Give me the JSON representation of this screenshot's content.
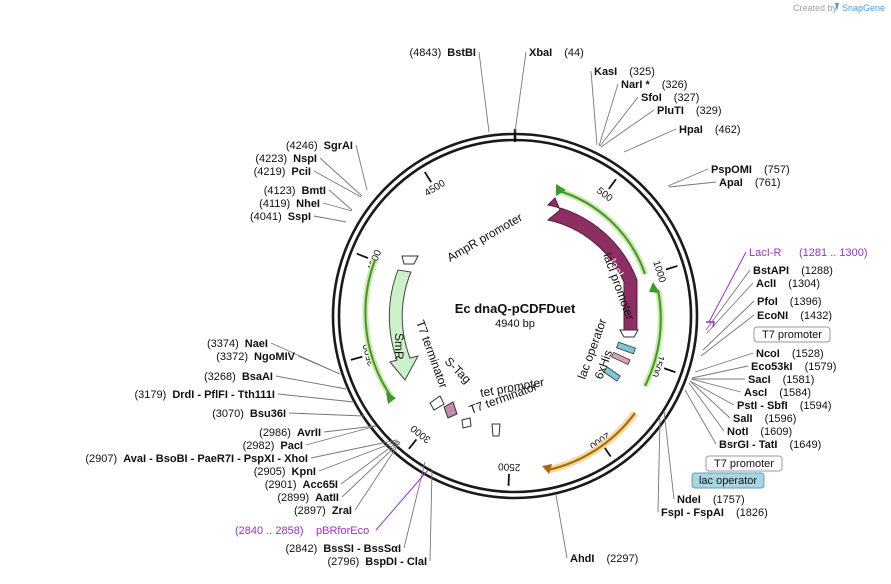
{
  "credit": {
    "created_by": "Created by",
    "brand": "SnapGene"
  },
  "plasmid": {
    "name": "Ec dnaQ-pCDFDuet",
    "size": "4940 bp"
  },
  "ticks": [
    "500",
    "1000",
    "1500",
    "2000",
    "2500",
    "3000",
    "3500",
    "4000",
    "4500"
  ],
  "features": {
    "lacI": "lacI",
    "lacI_promoter": "lacI promoter",
    "lac_operator": "lac operator",
    "his6": "6xHis",
    "ampR_promoter": "AmpR promoter",
    "smR": "SmR",
    "t7_terminator_left": "T7 terminator",
    "s_tag": "S-Tag",
    "tet_promoter": "tet promoter",
    "t7_terminator_center": "T7 terminator"
  },
  "sites": [
    {
      "name": "BstBI",
      "pos": "(4843)"
    },
    {
      "name": "XbaI",
      "pos": "(44)"
    },
    {
      "name": "KasI",
      "pos": "(325)"
    },
    {
      "name": "NarI *",
      "pos": "(326)"
    },
    {
      "name": "SfoI",
      "pos": "(327)"
    },
    {
      "name": "PluTI",
      "pos": "(329)"
    },
    {
      "name": "HpaI",
      "pos": "(462)"
    },
    {
      "name": "PspOMI",
      "pos": "(757)"
    },
    {
      "name": "ApaI",
      "pos": "(761)"
    },
    {
      "name": "BstAPI",
      "pos": "(1288)"
    },
    {
      "name": "AclI",
      "pos": "(1304)"
    },
    {
      "name": "PfoI",
      "pos": "(1396)"
    },
    {
      "name": "EcoNI",
      "pos": "(1432)"
    },
    {
      "name": "NcoI",
      "pos": "(1528)"
    },
    {
      "name": "Eco53kI",
      "pos": "(1579)"
    },
    {
      "name": "SacI",
      "pos": "(1581)"
    },
    {
      "name": "AscI",
      "pos": "(1584)"
    },
    {
      "name": "PstI - SbfI",
      "pos": "(1594)"
    },
    {
      "name": "SalI",
      "pos": "(1596)"
    },
    {
      "name": "NotI",
      "pos": "(1609)"
    },
    {
      "name": "BsrGI - TatI",
      "pos": "(1649)"
    },
    {
      "name": "NdeI",
      "pos": "(1757)"
    },
    {
      "name": "FspI - FspAI",
      "pos": "(1826)"
    },
    {
      "name": "AhdI",
      "pos": "(2297)"
    },
    {
      "name": "SgrAI",
      "pos": "(4246)"
    },
    {
      "name": "NspI",
      "pos": "(4223)"
    },
    {
      "name": "PciI",
      "pos": "(4219)"
    },
    {
      "name": "BmtI",
      "pos": "(4123)"
    },
    {
      "name": "NheI",
      "pos": "(4119)"
    },
    {
      "name": "SspI",
      "pos": "(4041)"
    },
    {
      "name": "NaeI",
      "pos": "(3374)"
    },
    {
      "name": "NgoMIV",
      "pos": "(3372)"
    },
    {
      "name": "BsaAI",
      "pos": "(3268)"
    },
    {
      "name": "DrdI - PflFI - Tth111I",
      "pos": "(3179)"
    },
    {
      "name": "Bsu36I",
      "pos": "(3070)"
    },
    {
      "name": "AvrII",
      "pos": "(2986)"
    },
    {
      "name": "PacI",
      "pos": "(2982)"
    },
    {
      "name": "AvaI - BsoBI - PaeR7I - PspXI - XhoI",
      "pos": "(2907)"
    },
    {
      "name": "KpnI",
      "pos": "(2905)"
    },
    {
      "name": "Acc65I",
      "pos": "(2901)"
    },
    {
      "name": "AatII",
      "pos": "(2899)"
    },
    {
      "name": "ZraI",
      "pos": "(2897)"
    },
    {
      "name": "BssSI - BssSαI",
      "pos": "(2842)"
    },
    {
      "name": "BspDI - ClaI",
      "pos": "(2796)"
    }
  ],
  "primers": {
    "lacI_r": {
      "name": "LacI-R",
      "range": "(1281 .. 1300)"
    },
    "pbr": {
      "name": "pBRforEco",
      "range": "(2840 .. 2858)"
    }
  },
  "boxed_features": {
    "t7_promoter_1": "T7 promoter",
    "t7_promoter_2": "T7 promoter",
    "lac_operator": "lac operator"
  }
}
